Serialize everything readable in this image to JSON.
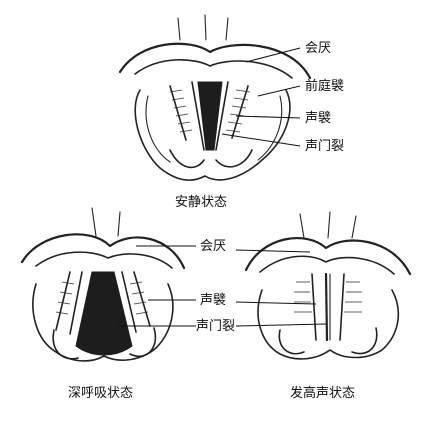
{
  "panels": {
    "rest": {
      "caption": "安静状态",
      "labels": {
        "epiglottis": "会厌",
        "vestibular_fold": "前庭襞",
        "vocal_fold": "声襞",
        "glottis": "声门裂"
      }
    },
    "deep_breath": {
      "caption": "深呼吸状态",
      "labels": {
        "epiglottis": "会厌",
        "vocal_fold": "声襞",
        "glottis": "声门裂"
      }
    },
    "phonation": {
      "caption": "发高声状态"
    }
  }
}
